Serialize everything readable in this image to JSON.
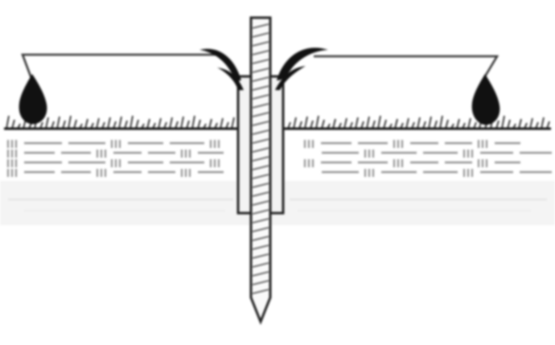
{
  "diagram": {
    "colors": {
      "background": "#ffffff",
      "ink": "#111111",
      "soil_lines": "#8a8a8a",
      "soil_faint": "#d9d9d9",
      "shaft": "#f3f3f3"
    },
    "parts": [
      "ground-line",
      "grass",
      "soil-layers",
      "tree-stake",
      "stake-sleeve",
      "tie-line-left",
      "tie-line-right",
      "left-anchor-weight",
      "right-anchor-weight",
      "left-leaf",
      "right-leaf"
    ]
  }
}
